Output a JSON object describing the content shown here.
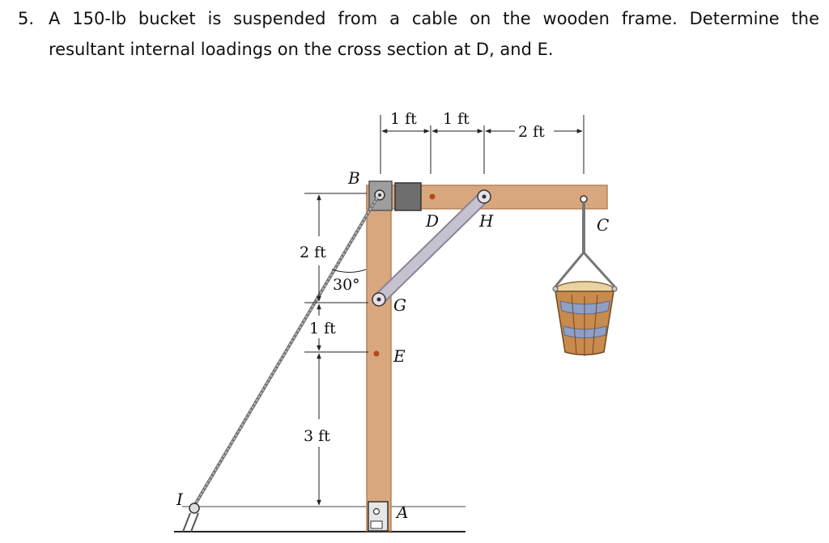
{
  "problem": {
    "number": "5.",
    "line1": "A 150-lb bucket is suspended from a cable on the wooden frame. Determine the",
    "line2": "resultant internal loadings on the cross section at D, and E."
  },
  "figure": {
    "points": {
      "B": "B",
      "C": "C",
      "D": "D",
      "H": "H",
      "G": "G",
      "E": "E",
      "A": "A",
      "I": "I"
    },
    "dimensions": {
      "top_1": "1 ft",
      "top_2": "1 ft",
      "top_3": "2 ft",
      "left_1": "2 ft",
      "left_2": "1 ft",
      "left_3": "3 ft",
      "angle": "30°"
    },
    "colors": {
      "wood": "#d9a77d",
      "wood_edge": "#b5835c",
      "brace": "#c7c2cf",
      "bracket": "#808080",
      "cable": "#9a9a9a",
      "bucket_band": "#8ea0c8",
      "bucket_wood": "#c98a4d"
    }
  }
}
